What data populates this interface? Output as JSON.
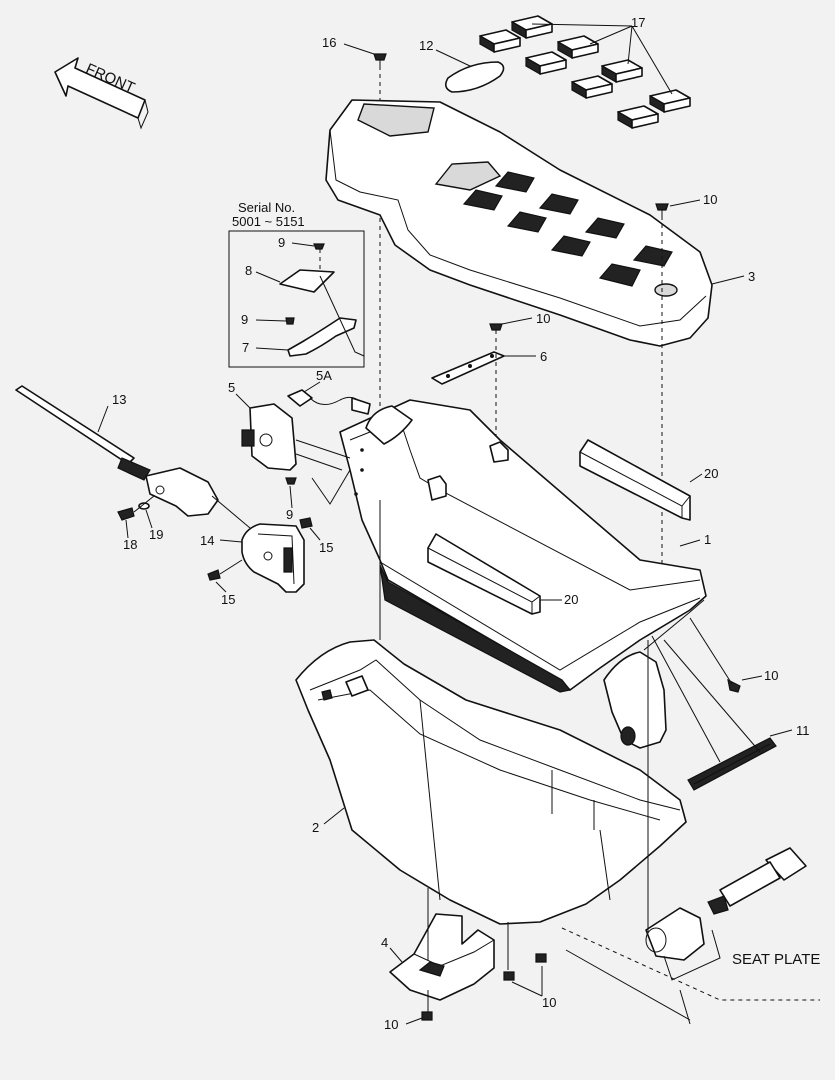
{
  "front_label": "FRONT",
  "serial": {
    "line1": "Serial No.",
    "line2": "5001 ~ 5151"
  },
  "seat_plate_label": "SEAT PLATE",
  "callouts": {
    "c16": "16",
    "c12": "12",
    "c17": "17",
    "c10a": "10",
    "c3": "3",
    "c9a": "9",
    "c8": "8",
    "c9b": "9",
    "c7": "7",
    "c10b": "10",
    "c6": "6",
    "c13": "13",
    "c5": "5",
    "c5a": "5A",
    "c9c": "9",
    "c20a": "20",
    "c1": "1",
    "c18": "18",
    "c19": "19",
    "c14": "14",
    "c15a": "15",
    "c15b": "15",
    "c20b": "20",
    "c10c": "10",
    "c11": "11",
    "c2": "2",
    "c4": "4",
    "c10d": "10",
    "c10e": "10"
  }
}
